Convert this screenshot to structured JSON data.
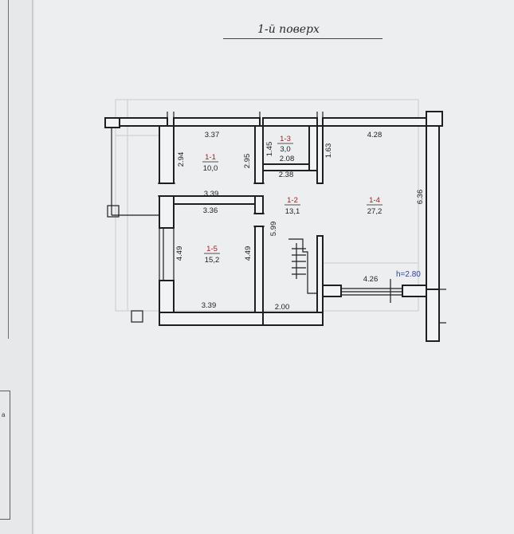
{
  "plan": {
    "title": "1-й поверх",
    "height_label": "h=2.80"
  },
  "rooms": [
    {
      "id": "1-1",
      "area": "10,0"
    },
    {
      "id": "1-2",
      "area": "13,1"
    },
    {
      "id": "1-3",
      "area": "3,0"
    },
    {
      "id": "1-4",
      "area": "27,2"
    },
    {
      "id": "1-5",
      "area": "15,2"
    }
  ],
  "dimensions": {
    "room1_top": "3.37",
    "room1_left": "2.94",
    "room1_right": "2.95",
    "room1_bottom": "3.39",
    "room5_top": "3.36",
    "room5_left": "4.49",
    "room5_right": "4.49",
    "room5_bottom": "3.39",
    "room3_left": "1.45",
    "room3_bottom": "2.08",
    "hall_mid": "2.38",
    "hall_height": "5.99",
    "hall_bottom": "2.00",
    "room4_top": "4.28",
    "room4_left": "1.63",
    "room4_right": "6.36",
    "room4_bottom": "4.26"
  }
}
